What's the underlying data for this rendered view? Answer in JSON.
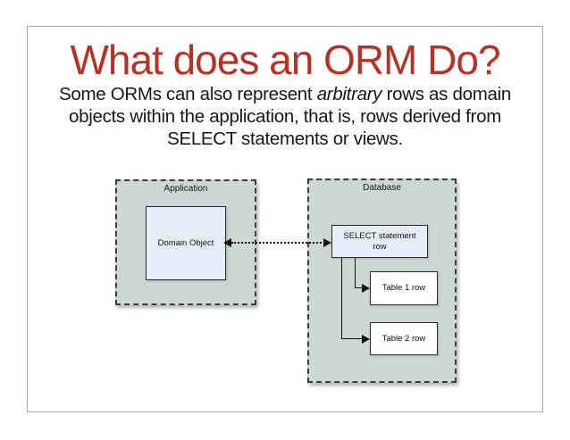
{
  "slide": {
    "title": "What does an ORM Do?",
    "body": {
      "line1_pre": "Some ORMs can also represent ",
      "line1_italic": "arbitrary",
      "line1_post": " rows as domain",
      "line2": "objects within the application, that is, rows derived from",
      "line3": "SELECT statements or views."
    }
  },
  "diagram": {
    "application": {
      "label": "Application",
      "domain_object_label": "Domain Object"
    },
    "database": {
      "label": "Database",
      "select_row_label": "SELECT statement row",
      "table1_label": "Table 1 row",
      "table2_label": "Table 2 row"
    },
    "connections": [
      {
        "from": "Domain Object",
        "to": "SELECT statement row",
        "style": "dotted-double-arrow"
      },
      {
        "from": "SELECT statement row",
        "to": "Table 1 row",
        "style": "solid-elbow-arrow"
      },
      {
        "from": "SELECT statement row",
        "to": "Table 2 row",
        "style": "solid-elbow-arrow"
      }
    ]
  },
  "colors": {
    "title_red": "#b53224",
    "body_text": "#161616",
    "container_fill": "#ccd8d5",
    "highlight_node_fill": "#e7eef9",
    "plain_node_fill": "#ffffff",
    "line_color": "#111111",
    "slide_border": "#a9a9a9"
  }
}
